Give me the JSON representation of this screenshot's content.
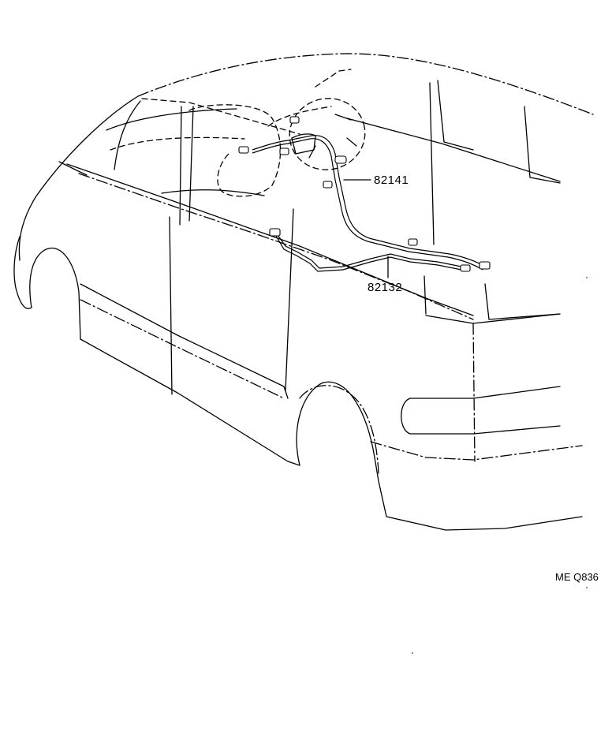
{
  "callouts": {
    "part_82141": "82141",
    "part_82132": "82132"
  },
  "figure_ref": "ME Q836",
  "colors": {
    "line": "#000000",
    "background": "#ffffff"
  }
}
